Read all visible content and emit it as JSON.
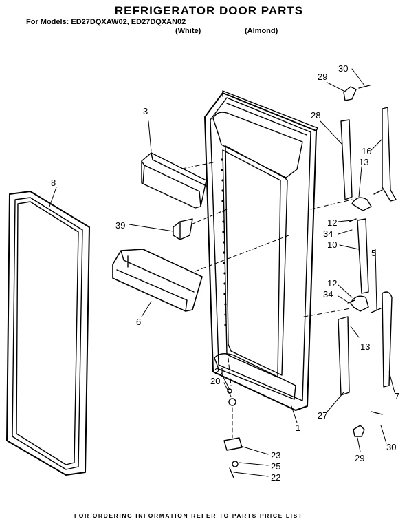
{
  "header": {
    "title": "REFRIGERATOR DOOR PARTS",
    "models_line": "For Models: ED27DQXAW02, ED27DQXAN02",
    "white_label": "(White)",
    "almond_label": "(Almond)"
  },
  "footer": {
    "text": "FOR ORDERING INFORMATION REFER TO PARTS PRICE LIST"
  },
  "callouts": [
    "30",
    "29",
    "28",
    "3",
    "16",
    "13",
    "8",
    "12",
    "34",
    "39",
    "10",
    "5",
    "12",
    "34",
    "6",
    "13",
    "21",
    "20",
    "7",
    "27",
    "1",
    "30",
    "29",
    "23",
    "25",
    "22"
  ]
}
